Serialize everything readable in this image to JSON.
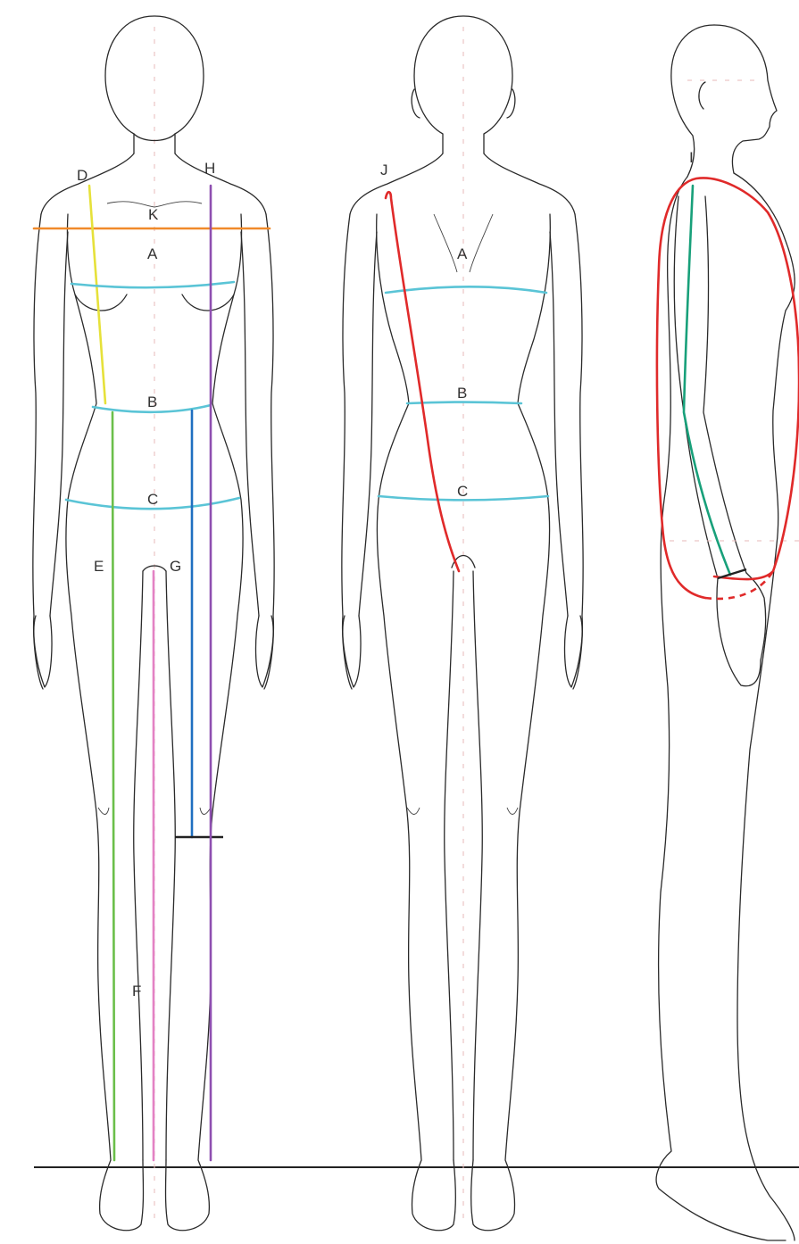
{
  "figure": {
    "views": [
      "front",
      "back",
      "side"
    ],
    "labels": {
      "A": "A",
      "B": "B",
      "C": "C",
      "D": "D",
      "E": "E",
      "F": "F",
      "G": "G",
      "H": "H",
      "I": "I",
      "J": "J",
      "K": "K",
      "A_back": "A",
      "B_back": "B",
      "C_back": "C"
    },
    "colors": {
      "circumference": "#5ac4d6",
      "shoulder_width": "#f08a2a",
      "front_length": "#e6e13a",
      "outseam": "#6bbf4a",
      "inseam": "#e382c4",
      "rise": "#1f6fc0",
      "side_length": "#8e4fb0",
      "arm_length": "#18a07a",
      "armhole_and_back": "#e02a2a",
      "outline": "#2a2a2a"
    }
  }
}
